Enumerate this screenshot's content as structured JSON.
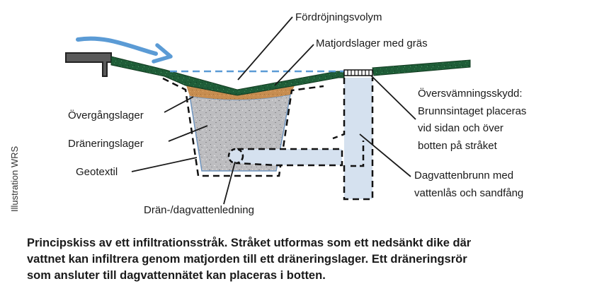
{
  "labels": {
    "fordrojning": "Fördröjningsvolym",
    "matjord": "Matjordslager med gräs",
    "oversvamning": [
      "Översvämningsskydd:",
      "Brunnsintaget placeras",
      "vid sidan och över",
      "botten på stråket"
    ],
    "overgang": "Övergångslager",
    "dranering": "Dräneringslager",
    "geotextil": "Geotextil",
    "drain": "Drän-/dagvattenledning",
    "brunn": [
      "Dagvattenbrunn med",
      "vattenlås och sandfång"
    ]
  },
  "credit": "Illustration WRS",
  "caption": [
    "Principskiss av ett infiltrationsstråk. Stråket utformas som ett nedsänkt dike där",
    "vattnet kan infiltrera genom matjorden till ett dräneringslager. Ett dräneringsrör",
    "som ansluter till dagvattennätet kan placeras i botten."
  ],
  "colors": {
    "grass": "#1f5d38",
    "topsoil": "#c48a4e",
    "gravel": "#b9b9bc",
    "pipe": "#d5e1ef",
    "arrow": "#5b9bd5",
    "water_line": "#5b9bd5"
  }
}
